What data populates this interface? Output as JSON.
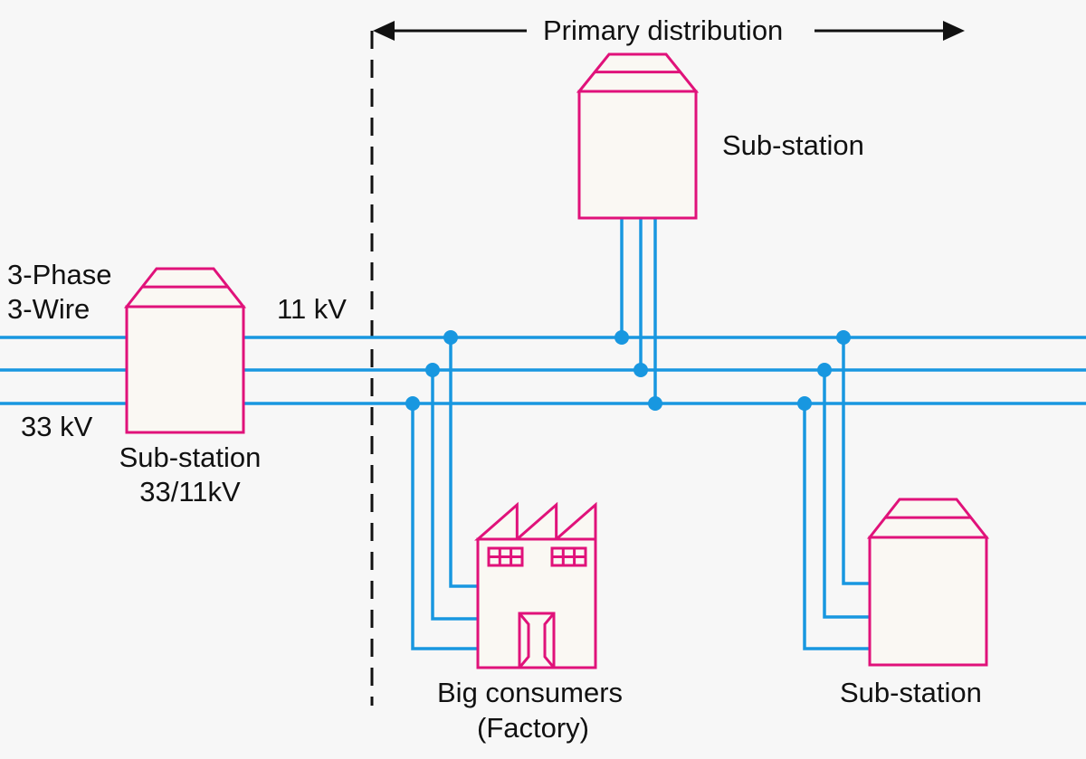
{
  "diagram": {
    "title": "Primary distribution",
    "colors": {
      "background": "#f7f7f7",
      "line": "#1897e0",
      "building": "#e0127a",
      "building_fill": "#faf8f3",
      "text": "#111111"
    },
    "labels": {
      "phase_line1": "3-Phase",
      "phase_line2": "3-Wire",
      "incoming_voltage": "33 kV",
      "outgoing_voltage": "11 kV",
      "main_substation_line1": "Sub-station",
      "main_substation_line2": "33/11kV",
      "top_substation": "Sub-station",
      "factory_line1": "Big consumers",
      "factory_line2": "(Factory)",
      "right_substation": "Sub-station"
    },
    "nodes": [
      {
        "id": "main-substation",
        "type": "substation",
        "label": "Sub-station 33/11kV"
      },
      {
        "id": "top-substation",
        "type": "substation",
        "label": "Sub-station"
      },
      {
        "id": "factory",
        "type": "factory",
        "label": "Big consumers (Factory)"
      },
      {
        "id": "right-substation",
        "type": "substation",
        "label": "Sub-station"
      }
    ],
    "lines": {
      "phases": 3,
      "wires": 3
    }
  }
}
